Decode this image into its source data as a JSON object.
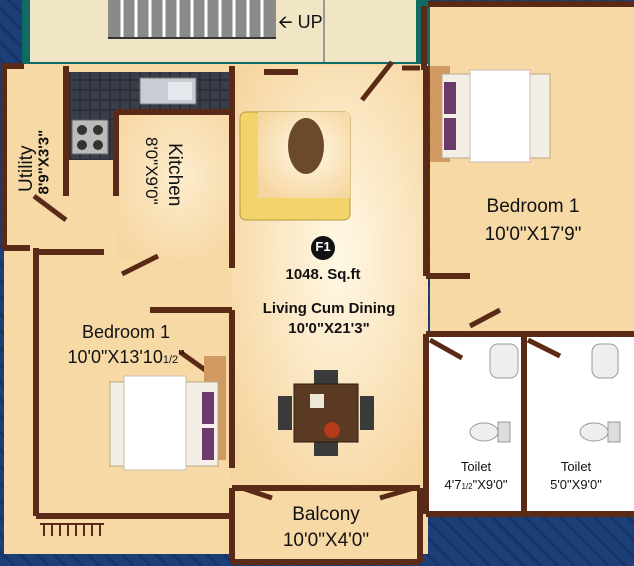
{
  "colors": {
    "outer_pattern": "#1d3f78",
    "room_fill": "#f7d9a6",
    "living_center": "#fdf3dc",
    "wall": "#5a2a16",
    "stair_wall": "#0e6a63",
    "stair_fill": "#f0e6c6",
    "toilet_fill": "#ffffff",
    "sofa": "#f2d46a",
    "bed_accent": "#6b3a6b"
  },
  "icons": {
    "up_arrow": "arrow-left-icon",
    "bed": "bed-icon",
    "sofa": "sofa-icon",
    "dining": "dining-table-icon",
    "wc": "toilet-icon",
    "basin": "wash-basin-icon",
    "sink": "kitchen-sink-icon",
    "stove": "stove-icon"
  },
  "stair": {
    "label": "UP"
  },
  "unit": {
    "code": "F1",
    "area": "1048. Sq.ft"
  },
  "rooms": {
    "utility": {
      "name": "Utility",
      "size": "8'9\"X3'3\""
    },
    "kitchen": {
      "name": "Kitchen",
      "size": "8'0\"X9'0\""
    },
    "bedroom_right": {
      "name": "Bedroom 1",
      "size": "10'0\"X17'9\""
    },
    "bedroom_left": {
      "name": "Bedroom 1",
      "size": "10'0\"X13'10",
      "size_frac": "1/2",
      "size_end": "\""
    },
    "living": {
      "name": "Living Cum Dining",
      "size": "10'0\"X21'3\""
    },
    "toilet_left": {
      "name": "Toilet",
      "size": "4'7",
      "size_frac": "1/2",
      "size_end": "\"X9'0\""
    },
    "toilet_right": {
      "name": "Toilet",
      "size": "5'0\"X9'0\""
    },
    "balcony": {
      "name": "Balcony",
      "size": "10'0\"X4'0\""
    }
  }
}
